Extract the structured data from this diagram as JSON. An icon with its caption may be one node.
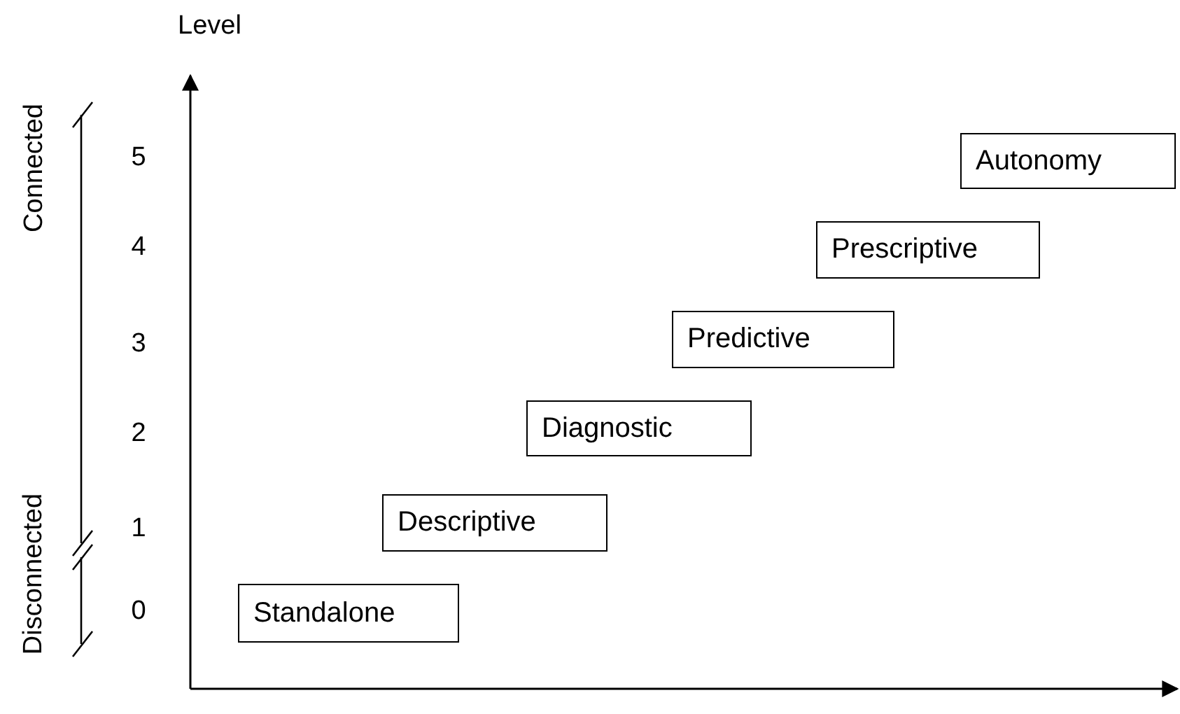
{
  "diagram": {
    "nodes": [
      {
        "text": [
          "Standalone"
        ]
      },
      {
        "text": [
          "Descriptive"
        ]
      },
      {
        "text": [
          "Diagnostic"
        ]
      },
      {
        "text": [
          "Predictive"
        ]
      },
      {
        "text": [
          "Prescriptive"
        ]
      },
      {
        "text": [
          "Autonomy"
        ]
      }
    ],
    "labels": [
      "Level",
      "Connected",
      "Disconnected",
      "5",
      "4",
      "3",
      "2",
      "1",
      "0"
    ]
  }
}
